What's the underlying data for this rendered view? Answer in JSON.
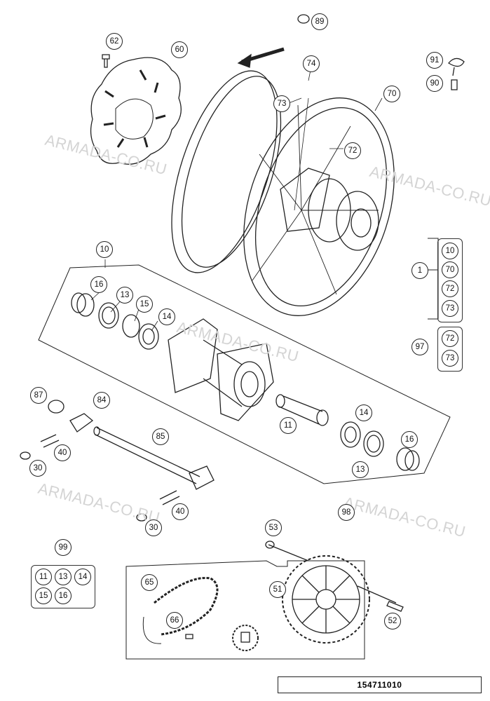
{
  "watermark": "ARMADA-CO.RU",
  "catalog_number": "154711010",
  "callouts": {
    "c89": "89",
    "c62": "62",
    "c60": "60",
    "c74": "74",
    "c91": "91",
    "c90": "90",
    "c73": "73",
    "c70": "70",
    "c72": "72",
    "c10": "10",
    "c16a": "16",
    "c13a": "13",
    "c15": "15",
    "c14a": "14",
    "c1": "1",
    "c97": "97",
    "c87": "87",
    "c84": "84",
    "c85": "85",
    "c11": "11",
    "c14b": "14",
    "c16b": "16",
    "c13b": "13",
    "c40a": "40",
    "c30a": "30",
    "c40b": "40",
    "c30b": "30",
    "c98": "98",
    "c53": "53",
    "c99": "99",
    "c65": "65",
    "c51": "51",
    "c66": "66",
    "c52": "52"
  },
  "kit1": [
    "10",
    "70",
    "72",
    "73"
  ],
  "kit97": [
    "72",
    "73"
  ],
  "kit99": [
    "11",
    "13",
    "14",
    "15",
    "16"
  ]
}
